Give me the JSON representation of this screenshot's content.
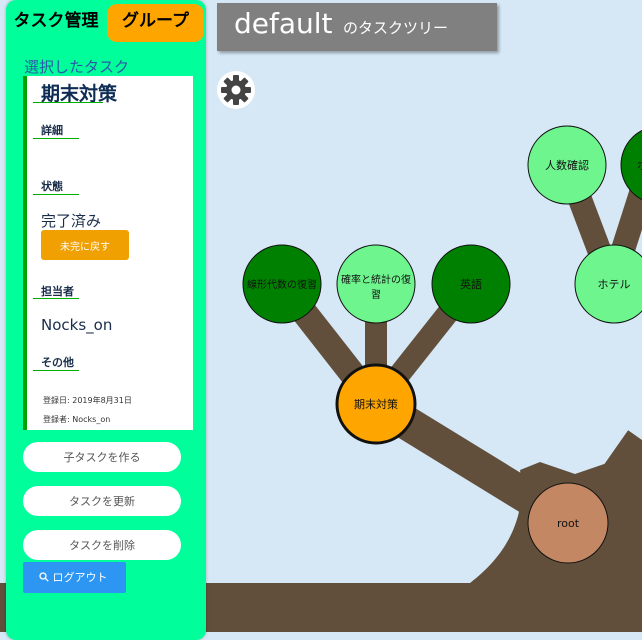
{
  "header": {
    "tree_name": "default",
    "suffix": "のタスクツリー"
  },
  "tabs": {
    "task": "タスク管理",
    "group": "グループ"
  },
  "selected": {
    "heading": "選択したタスク",
    "title": "期末対策",
    "detail_label": "詳細",
    "detail_value": "",
    "status_label": "状態",
    "status_value": "完了済み",
    "undo_button": "未完に戻す",
    "assignee_label": "担当者",
    "assignee_value": "Nocks_on",
    "other_label": "その他",
    "registered_date": "登録日:  2019年8月31日",
    "registered_by": "登録者:  Nocks_on"
  },
  "actions": {
    "create_child": "子タスクを作る",
    "update": "タスクを更新",
    "delete": "タスクを削除",
    "logout": "ログアウト"
  },
  "colors": {
    "panel": "#00ff9b",
    "tab_inactive": "#ffa500",
    "done_node": "#008000",
    "open_node": "#6ef58e",
    "selected_node": "#ffa500",
    "root_node": "#c48763",
    "branch": "#614f3c"
  },
  "nodes": {
    "root": "root",
    "selected": "期末対策",
    "linear": "線形代数の復習",
    "prob_line1": "確率と統計の復",
    "prob_line2": "習",
    "english": "英語",
    "hotel": "ホテル",
    "headcount": "人数確認",
    "hotel_partial": "ホ"
  }
}
